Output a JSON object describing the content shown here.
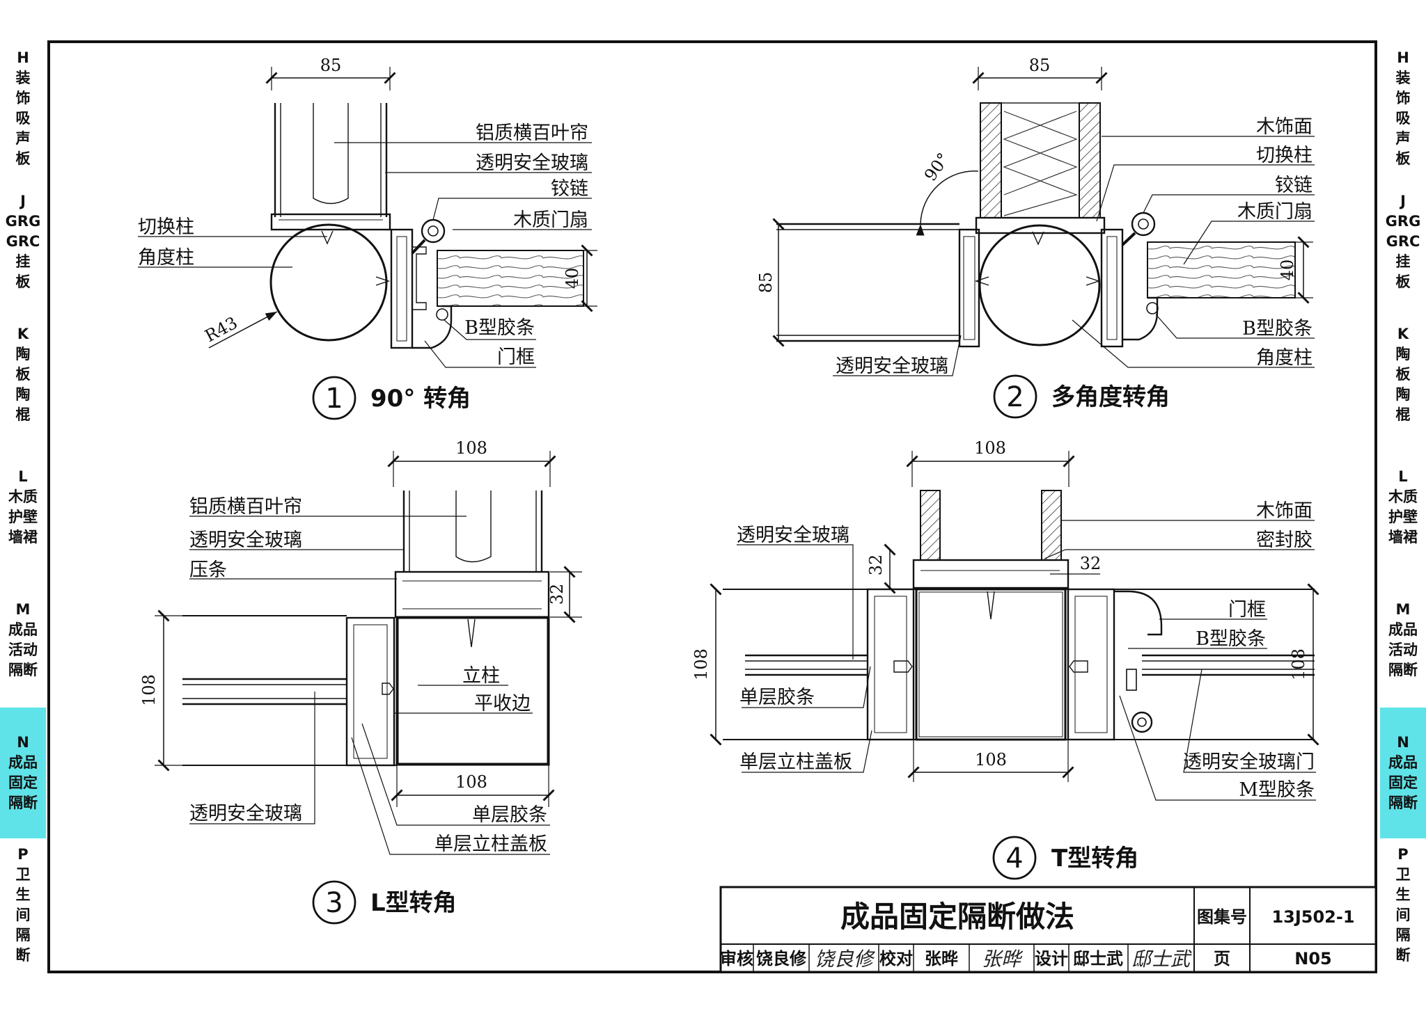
{
  "side_tabs_left": [
    {
      "code": "H",
      "lines": [
        "装",
        "饰",
        "吸",
        "声",
        "板"
      ]
    },
    {
      "code": "J",
      "lines": [
        "GRG",
        "GRC",
        "挂",
        "板"
      ]
    },
    {
      "code": "K",
      "lines": [
        "陶",
        "板",
        "陶",
        "棍"
      ]
    },
    {
      "code": "L",
      "lines": [
        "木质",
        "护壁",
        "墙裙"
      ]
    },
    {
      "code": "M",
      "lines": [
        "成品",
        "活动",
        "隔断"
      ]
    },
    {
      "code": "N",
      "lines": [
        "成品",
        "固定",
        "隔断"
      ],
      "active": true
    },
    {
      "code": "P",
      "lines": [
        "卫",
        "生",
        "间",
        "隔",
        "断"
      ]
    }
  ],
  "side_tabs_right": [
    {
      "code": "H",
      "lines": [
        "装",
        "饰",
        "吸",
        "声",
        "板"
      ]
    },
    {
      "code": "J",
      "lines": [
        "GRG",
        "GRC",
        "挂",
        "板"
      ]
    },
    {
      "code": "K",
      "lines": [
        "陶",
        "板",
        "陶",
        "棍"
      ]
    },
    {
      "code": "L",
      "lines": [
        "木质",
        "护壁",
        "墙裙"
      ]
    },
    {
      "code": "M",
      "lines": [
        "成品",
        "活动",
        "隔断"
      ]
    },
    {
      "code": "N",
      "lines": [
        "成品",
        "固定",
        "隔断"
      ],
      "active": true
    },
    {
      "code": "P",
      "lines": [
        "卫",
        "生",
        "间",
        "隔",
        "断"
      ]
    }
  ],
  "colors": {
    "active_tab": "#5fe3e8",
    "line": "#111111"
  },
  "details": {
    "d1": {
      "num": "1",
      "title": "90° 转角",
      "dims": {
        "top": "85",
        "right": "40",
        "radius": "R43"
      },
      "labels": {
        "blind": "铝质横百叶帘",
        "glass": "透明安全玻璃",
        "hinge": "铰链",
        "door": "木质门扇",
        "switch_post": "切换柱",
        "angle_post": "角度柱",
        "seal_b": "B型胶条",
        "frame": "门框"
      }
    },
    "d2": {
      "num": "2",
      "title": "多角度转角",
      "dims": {
        "top": "85",
        "left": "85",
        "right": "40",
        "angle": "90°"
      },
      "labels": {
        "wood_face": "木饰面",
        "switch_post": "切换柱",
        "hinge": "铰链",
        "door": "木质门扇",
        "seal_b": "B型胶条",
        "angle_post": "角度柱",
        "glass": "透明安全玻璃"
      }
    },
    "d3": {
      "num": "3",
      "title": "L型转角",
      "dims": {
        "top": "108",
        "right": "32",
        "left": "108",
        "bottom": "108"
      },
      "labels": {
        "blind": "铝质横百叶帘",
        "glass": "透明安全玻璃",
        "bead": "压条",
        "post": "立柱",
        "flat_edge": "平收边",
        "glass2": "透明安全玻璃",
        "single_seal": "单层胶条",
        "single_cover": "单层立柱盖板"
      }
    },
    "d4": {
      "num": "4",
      "title": "T型转角",
      "dims": {
        "top": "108",
        "left32": "32",
        "right32": "32",
        "left": "108",
        "right": "108",
        "bottom": "108"
      },
      "labels": {
        "glass": "透明安全玻璃",
        "wood_face": "木饰面",
        "sealant": "密封胶",
        "frame": "门框",
        "seal_b": "B型胶条",
        "single_seal": "单层胶条",
        "single_cover": "单层立柱盖板",
        "glass_door": "透明安全玻璃门",
        "seal_m": "M型胶条"
      }
    }
  },
  "title_block": {
    "title": "成品固定隔断做法",
    "atlas_label": "图集号",
    "atlas_no": "13J502-1",
    "review_label": "审核",
    "reviewer": "饶良修",
    "reviewer_sig": "饶良修",
    "check_label": "校对",
    "checker": "张晔",
    "checker_sig": "张晔",
    "design_label": "设计",
    "designer": "邸士武",
    "designer_sig": "邸士武",
    "page_label": "页",
    "page_no": "N05"
  }
}
